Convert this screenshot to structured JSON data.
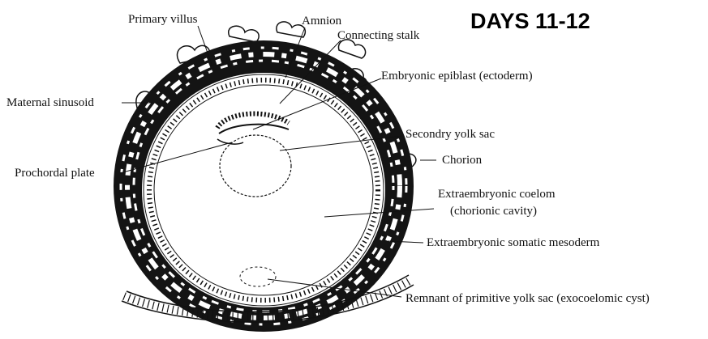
{
  "title": "DAYS 11-12",
  "labels": {
    "primary_villus": "Primary villus",
    "amnion": "Amnion",
    "connecting_stalk": "Connecting stalk",
    "embryonic_epiblast": "Embryonic epiblast (ectoderm)",
    "maternal_sinusoid": "Maternal sinusoid",
    "secondary_yolk_sac": "Secondry yolk sac",
    "chorion": "Chorion",
    "prochordal_plate": "Prochordal plate",
    "extraembryonic_coelom_1": "Extraembryonic coelom",
    "extraembryonic_coelom_2": "(chorionic cavity)",
    "extraembryonic_somatic_mesoderm": "Extraembryonic somatic mesoderm",
    "remnant_yolk_sac": "Remnant of primitive yolk sac (exocoelomic cyst)"
  },
  "colors": {
    "ink": "#111111",
    "background": "#ffffff"
  }
}
